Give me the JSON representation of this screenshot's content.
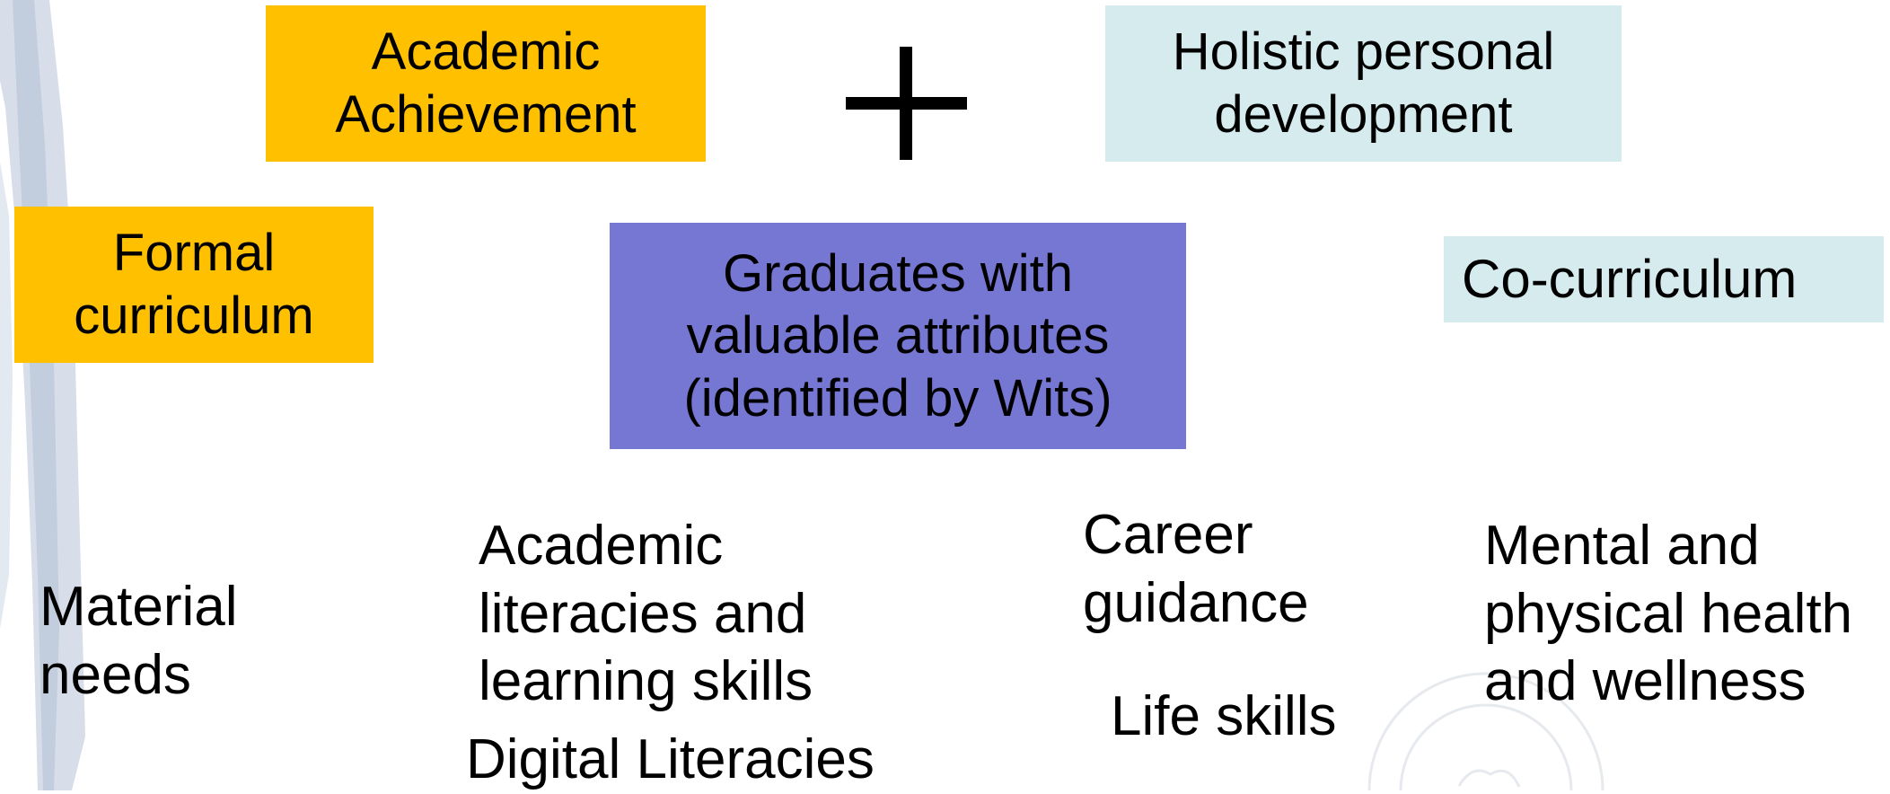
{
  "colors": {
    "orange": "#FFC000",
    "light_blue": "#D6EBEE",
    "purple": "#7676D3"
  },
  "boxes": {
    "academic_achievement": "Academic\nAchievement",
    "holistic_development": "Holistic personal\ndevelopment",
    "formal_curriculum": "Formal\ncurriculum",
    "graduates": "Graduates with\nvaluable attributes\n(identified by Wits)",
    "co_curriculum": "Co-curriculum"
  },
  "items": {
    "material_needs": "Material\nneeds",
    "academic_literacies": "Academic\nliteracies and\nlearning skills",
    "digital_literacies": "Digital Literacies",
    "career_guidance": "Career\nguidance",
    "life_skills": "Life skills",
    "mental_health": "Mental and\nphysical health\nand wellness"
  },
  "icons": {
    "plus": "plus-icon",
    "watermark": "university-seal-watermark"
  }
}
